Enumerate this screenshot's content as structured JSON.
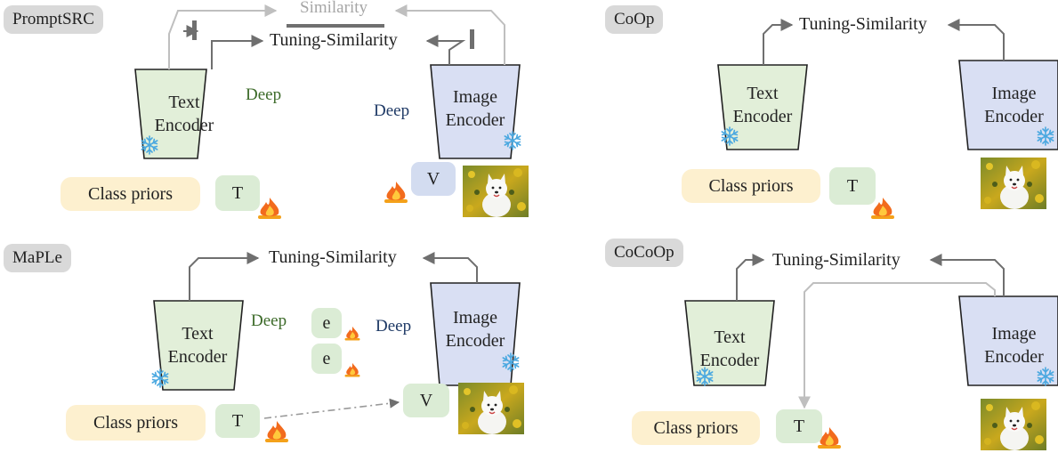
{
  "colors": {
    "text_encoder_fill": "#e2efd9",
    "image_encoder_fill": "#d9dff3",
    "arrow_dark": "#6f6f6f",
    "arrow_light": "#bfbfbf",
    "class_priors_fill": "#fdf0cf",
    "token_t_fill": "#dbecd5",
    "token_v_fill": "#d3dcf0",
    "tag_fill": "#d9d9d9"
  },
  "icons": {
    "frozen": "snowflake-icon",
    "trainable": "flame-icon",
    "image": "dog-photo"
  },
  "panels": {
    "promptsrc": {
      "tag": "PromptSRC",
      "similarity": "Similarity",
      "tuning_similarity": "Tuning-Similarity",
      "text_encoder": [
        "Text",
        "Encoder"
      ],
      "image_encoder": [
        "Image",
        "Encoder"
      ],
      "deep_text": "Deep",
      "deep_image": "Deep",
      "class_priors": "Class priors",
      "token_t": "T",
      "token_v": "V"
    },
    "coop": {
      "tag": "CoOp",
      "tuning_similarity": "Tuning-Similarity",
      "text_encoder": [
        "Text",
        "Encoder"
      ],
      "image_encoder": [
        "Image",
        "Encoder"
      ],
      "class_priors": "Class priors",
      "token_t": "T"
    },
    "maple": {
      "tag": "MaPLe",
      "tuning_similarity": "Tuning-Similarity",
      "text_encoder": [
        "Text",
        "Encoder"
      ],
      "image_encoder": [
        "Image",
        "Encoder"
      ],
      "deep_text": "Deep",
      "deep_image": "Deep",
      "token_e1": "e",
      "token_e2": "e",
      "class_priors": "Class priors",
      "token_t": "T",
      "token_v": "V"
    },
    "cocoop": {
      "tag": "CoCoOp",
      "tuning_similarity": "Tuning-Similarity",
      "text_encoder": [
        "Text",
        "Encoder"
      ],
      "image_encoder": [
        "Image",
        "Encoder"
      ],
      "class_priors": "Class priors",
      "token_t": "T"
    }
  }
}
